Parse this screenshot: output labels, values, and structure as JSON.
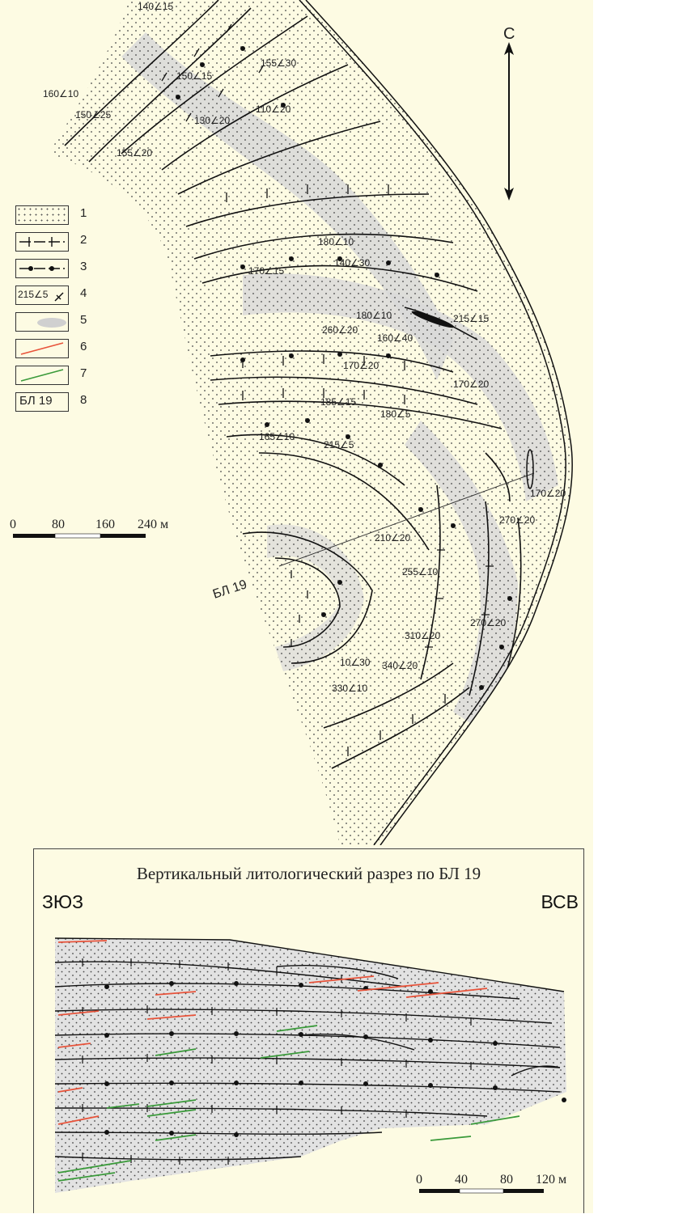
{
  "map": {
    "north_label": "С",
    "profile_label": "БЛ 19",
    "attitudes": [
      "140∠15",
      "155∠30",
      "150∠15",
      "160∠10",
      "110∠20",
      "130∠20",
      "150∠25",
      "155∠20",
      "180∠10",
      "140∠30",
      "170∠15",
      "180∠10",
      "215∠15",
      "260∠20",
      "160∠40",
      "170∠20",
      "170∠20",
      "185∠15",
      "180∠5",
      "165∠10",
      "215∠5",
      "170∠20",
      "270∠20",
      "210∠20",
      "255∠10",
      "270∠20",
      "310∠20",
      "10∠30",
      "340∠20",
      "330∠10"
    ]
  },
  "legend": {
    "items": [
      {
        "num": "1",
        "symbol": "dotted-sand"
      },
      {
        "num": "2",
        "symbol": "cross-dash-line"
      },
      {
        "num": "3",
        "symbol": "dot-dash-line"
      },
      {
        "num": "4",
        "symbol": "attitude-symbol",
        "text": "215∠5"
      },
      {
        "num": "5",
        "symbol": "grey-shading"
      },
      {
        "num": "6",
        "symbol": "red-line",
        "color": "#e8533a"
      },
      {
        "num": "7",
        "symbol": "green-line",
        "color": "#3a9a3a"
      },
      {
        "num": "8",
        "symbol": "profile-box",
        "text": "БЛ 19"
      }
    ]
  },
  "scale_map": {
    "ticks": [
      "0",
      "80",
      "160",
      "240 м"
    ]
  },
  "section": {
    "title": "Вертикальный литологический разрез по БЛ 19",
    "left_dir": "ЗЮЗ",
    "right_dir": "ВСВ",
    "scale_ticks": [
      "0",
      "40",
      "80",
      "120 м"
    ]
  },
  "colors": {
    "background": "#fdfbe3",
    "red_lines": "#e8533a",
    "green_lines": "#3a9a3a",
    "shading": "#d8d8d8"
  }
}
